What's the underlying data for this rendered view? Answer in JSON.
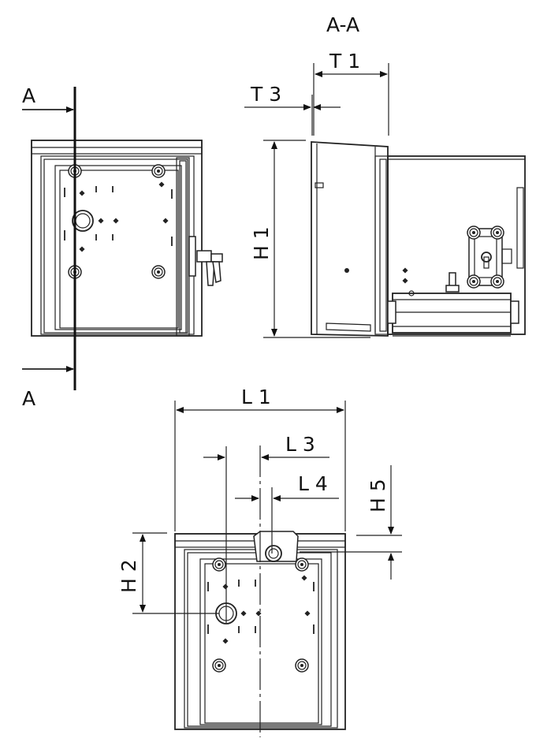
{
  "section": {
    "title": "A-A",
    "cut_top": "A",
    "cut_bottom": "A"
  },
  "dimensions": {
    "t1": "T 1",
    "t3": "T 3",
    "h1": "H 1",
    "l1": "L 1",
    "l3": "L 3",
    "l4": "L 4",
    "h2": "H 2",
    "h5": "H 5"
  },
  "colors": {
    "line": "#222222",
    "background": "#ffffff"
  }
}
